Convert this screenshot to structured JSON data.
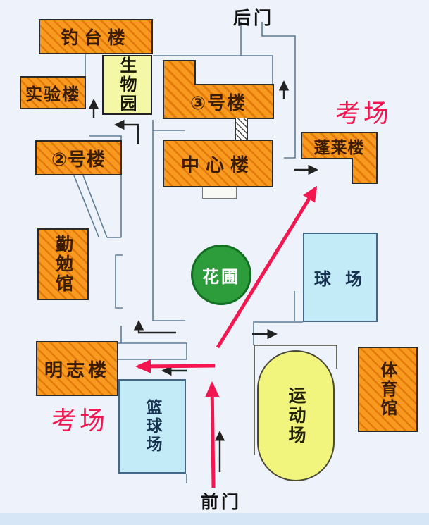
{
  "map": {
    "gates": {
      "back": "后门",
      "front": "前门"
    },
    "exam_label_top_right": "考场",
    "exam_label_bottom_left": "考场",
    "buildings": {
      "diaotai": "钓台楼",
      "shiyan": "实验楼",
      "shengwu": "生物园",
      "sanhao": "③号楼",
      "erhao": "②号楼",
      "zhongxin": "中心楼",
      "penglai": "蓬莱楼",
      "qinmian": "勤勉馆",
      "huapu": "花圃",
      "qiuchang": "球 场",
      "mingzhi": "明志楼",
      "lanqiu": "篮球场",
      "yundong": "运动场",
      "tiyu": "体育馆"
    },
    "colors": {
      "building_fill": "#f89a20",
      "building_stripe": "#e2790a",
      "building_border": "#2b2b2b",
      "garden_fill": "#f3f7a6",
      "court_fill": "#c3eaf7",
      "court_border": "#44678a",
      "field_fill": "#f1f47d",
      "flower_fill": "#2d9c3b",
      "flower_border": "#117021",
      "route_red": "#f3164f",
      "road_line": "#5d7d98",
      "arrow_black": "#222222",
      "background": "#eef3fb"
    }
  }
}
